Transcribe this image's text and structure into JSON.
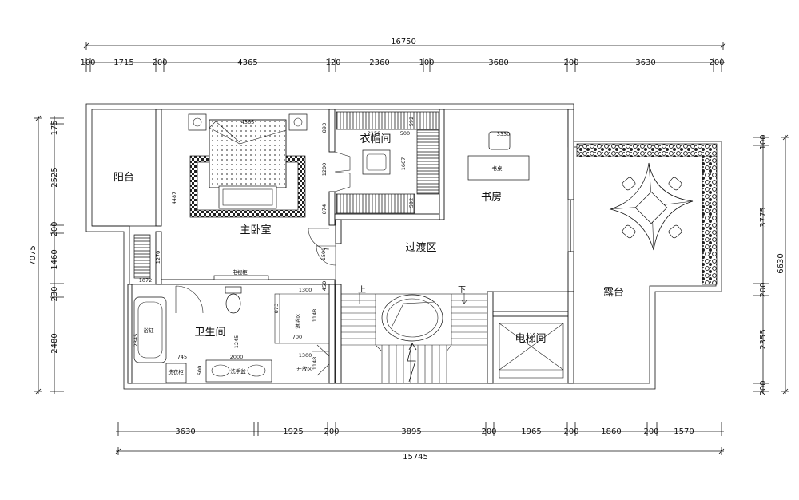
{
  "dimensions": {
    "top_total": "16750",
    "top": [
      "100",
      "1715",
      "200",
      "4365",
      "120",
      "2360",
      "100",
      "3680",
      "200",
      "3630",
      "200"
    ],
    "left_total": "7075",
    "left": [
      "175",
      "2525",
      "200",
      "1460",
      "230",
      "2480"
    ],
    "right_total": "6630",
    "right": [
      "100",
      "3775",
      "200",
      "2355",
      "200"
    ],
    "bottom": [
      "3630",
      "1925",
      "200",
      "3895",
      "200",
      "1965",
      "200",
      "1860",
      "200",
      "1570"
    ],
    "bottom_total": "15745"
  },
  "rooms": {
    "balcony": "阳台",
    "master_bedroom": "主卧室",
    "cloakroom": "衣帽间",
    "study": "书房",
    "transition_area": "过渡区",
    "terrace": "露台",
    "bathroom": "卫生间",
    "elevator_room": "电梯间"
  },
  "stairs": {
    "up": "上",
    "down": "下"
  },
  "bedroom_notes": {
    "bed_width": "4365",
    "room_depth": "4487",
    "wall_seg_1": "893",
    "wall_seg_2": "1200",
    "wall_seg_3": "874",
    "tv_cabinet": "电视柜",
    "door_width": "1500"
  },
  "cloakroom_notes": {
    "width": "2150",
    "depth": "500",
    "seg_top": "592",
    "seg_mid": "1667",
    "seg_bottom": "592"
  },
  "study_notes": {
    "width": "3330",
    "desk": "书桌"
  },
  "storage_notes": {
    "height": "1270",
    "width": "1072"
  },
  "bathroom_notes": {
    "shower_width": "1300",
    "wall_stub": "450",
    "shower_depth": "873",
    "shower_area": "淋浴区",
    "seg_a": "1148",
    "seg_b": "700",
    "seg_c": "1300",
    "seg_d": "1148",
    "open_area": "开放区",
    "bathtub": "浴缸",
    "bathtub_length": "2345",
    "cabinet_width": "745",
    "vanity_width": "2000",
    "cabinet": "洗衣柜",
    "sink_depth": "600",
    "toilet_offset": "1245",
    "wash_basin": "洗手盆"
  }
}
